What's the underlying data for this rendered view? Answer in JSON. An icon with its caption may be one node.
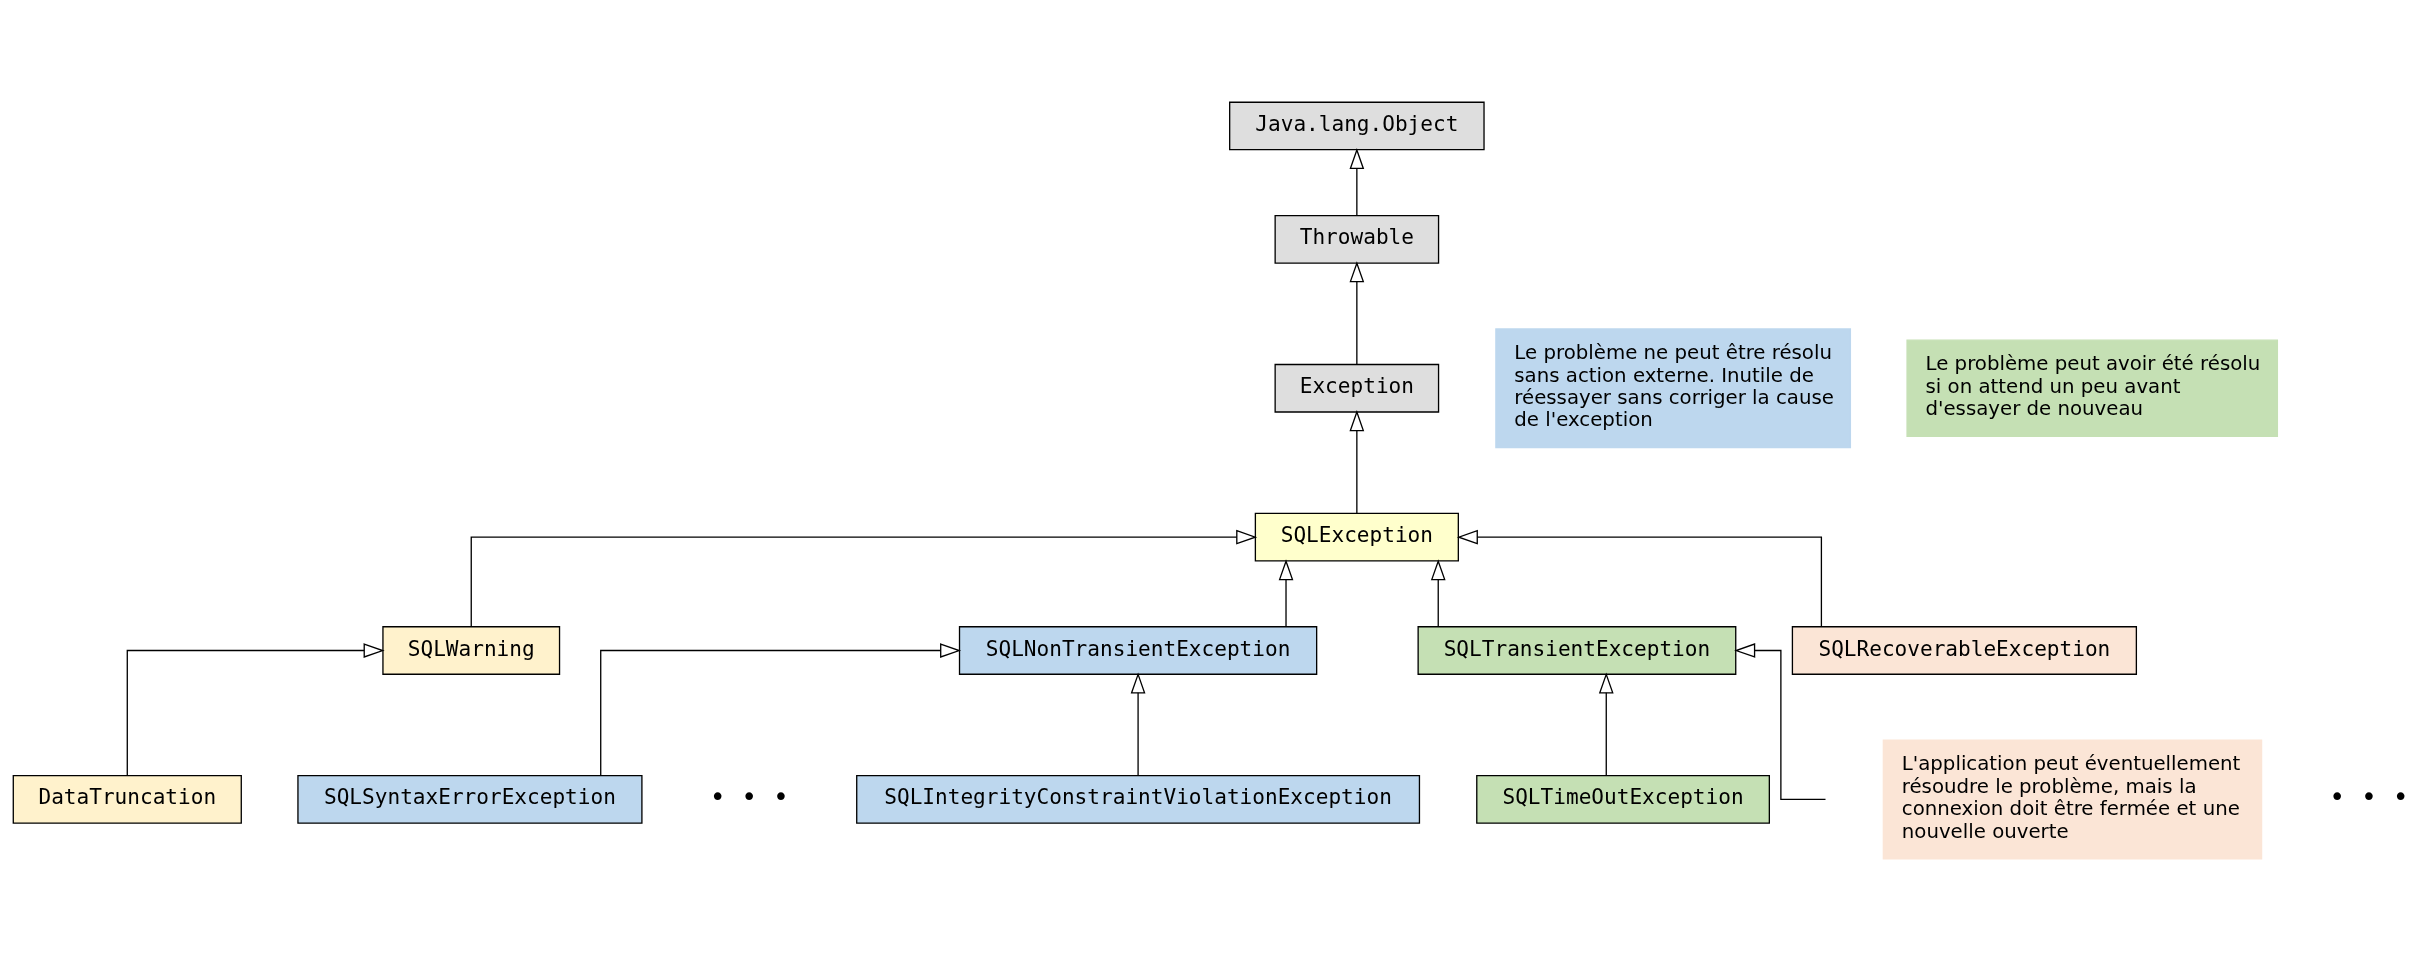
{
  "diagram": {
    "nodes": [
      {
        "text": [
          "Java.lang.Object"
        ]
      },
      {
        "text": [
          "Throwable"
        ]
      },
      {
        "text": [
          "Exception"
        ]
      },
      {
        "text": [
          "SQLException"
        ]
      },
      {
        "text": [
          "Le problème ne peut être résolu sans action externe. Inutile de réessayer sans corriger la cause de l'exception"
        ]
      },
      {
        "text": [
          "Le problème peut avoir été résolu si on attend un peu avant d'essayer de nouveau"
        ]
      },
      {
        "text": [
          "SQLWarning"
        ]
      },
      {
        "text": [
          "SQLNonTransientException"
        ]
      },
      {
        "text": [
          "SQLTransientException"
        ]
      },
      {
        "text": [
          "SQLRecoverableException"
        ]
      },
      {
        "text": [
          "DataTruncation"
        ]
      },
      {
        "text": [
          "SQLTimeOutException"
        ]
      },
      {
        "text": [
          "SQLSyntaxErrorException"
        ]
      },
      {
        "text": [
          "SQLIntegrityConstraintViolationException"
        ]
      },
      {
        "text": [
          "L'application peut éventuellement résoudre le problème, mais la connexion doit être fermée et une nouvelle ouverte"
        ]
      }
    ],
    "edges": [
      {
        "from": 1,
        "to": 0,
        "arrow": "to"
      },
      {
        "from": 2,
        "to": 1,
        "arrow": "to"
      },
      {
        "from": 3,
        "to": 2,
        "arrow": "to"
      },
      {
        "from": 6,
        "to": 3,
        "arrow": "to"
      },
      {
        "from": 7,
        "to": 3,
        "arrow": "to"
      },
      {
        "from": 8,
        "to": 3,
        "arrow": "to"
      },
      {
        "from": 9,
        "to": 3,
        "arrow": "to"
      },
      {
        "from": 10,
        "to": 6,
        "arrow": "to"
      },
      {
        "from": 11,
        "to": 8,
        "arrow": "to"
      },
      {
        "from": null,
        "to": 8,
        "arrow": "to"
      },
      {
        "from": 12,
        "to": 7,
        "arrow": "to"
      },
      {
        "from": 13,
        "to": 7,
        "arrow": "to"
      }
    ],
    "labels": [
      "• • •",
      "• • •"
    ]
  }
}
